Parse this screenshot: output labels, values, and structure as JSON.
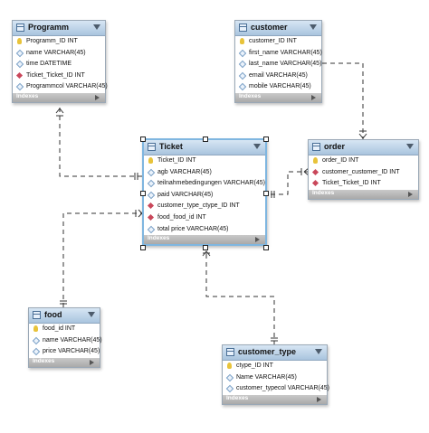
{
  "tables": {
    "programm": {
      "name": "Programm",
      "columns": [
        {
          "label": "Programm_ID INT",
          "kind": "pk"
        },
        {
          "label": "name VARCHAR(45)",
          "kind": "col"
        },
        {
          "label": "time DATETIME",
          "kind": "col"
        },
        {
          "label": "Ticket_Ticket_ID INT",
          "kind": "fk"
        },
        {
          "label": "Programmcol VARCHAR(45)",
          "kind": "col"
        }
      ],
      "indexes_label": "Indexes"
    },
    "customer": {
      "name": "customer",
      "columns": [
        {
          "label": "customer_ID INT",
          "kind": "pk"
        },
        {
          "label": "first_name VARCHAR(45)",
          "kind": "col"
        },
        {
          "label": "last_name VARCHAR(45)",
          "kind": "col"
        },
        {
          "label": "email VARCHAR(45)",
          "kind": "col"
        },
        {
          "label": "mobile VARCHAR(45)",
          "kind": "col"
        }
      ],
      "indexes_label": "Indexes"
    },
    "ticket": {
      "name": "Ticket",
      "columns": [
        {
          "label": "Ticket_ID INT",
          "kind": "pk"
        },
        {
          "label": "agb VARCHAR(45)",
          "kind": "col"
        },
        {
          "label": "teilnahmebedingungen VARCHAR(45)",
          "kind": "col"
        },
        {
          "label": "paid VARCHAR(45)",
          "kind": "col"
        },
        {
          "label": "customer_type_ctype_ID INT",
          "kind": "fk"
        },
        {
          "label": "food_food_id INT",
          "kind": "fk"
        },
        {
          "label": "total price VARCHAR(45)",
          "kind": "col"
        }
      ],
      "indexes_label": "Indexes"
    },
    "order": {
      "name": "order",
      "columns": [
        {
          "label": "order_ID INT",
          "kind": "pk"
        },
        {
          "label": "customer_customer_ID INT",
          "kind": "fk"
        },
        {
          "label": "Ticket_Ticket_ID INT",
          "kind": "fk"
        }
      ],
      "indexes_label": "Indexes"
    },
    "food": {
      "name": "food",
      "columns": [
        {
          "label": "food_id INT",
          "kind": "pk"
        },
        {
          "label": "name VARCHAR(45)",
          "kind": "col"
        },
        {
          "label": "price VARCHAR(45)",
          "kind": "col"
        }
      ],
      "indexes_label": "Indexes"
    },
    "customer_type": {
      "name": "customer_type",
      "columns": [
        {
          "label": "ctype_ID INT",
          "kind": "pk"
        },
        {
          "label": "Name VARCHAR(45)",
          "kind": "col"
        },
        {
          "label": "customer_typecol VARCHAR(45)",
          "kind": "col"
        }
      ],
      "indexes_label": "Indexes"
    }
  },
  "relationships": [
    {
      "from": "programm",
      "to": "ticket"
    },
    {
      "from": "customer",
      "to": "order"
    },
    {
      "from": "order",
      "to": "ticket"
    },
    {
      "from": "food",
      "to": "ticket"
    },
    {
      "from": "customer_type",
      "to": "ticket"
    }
  ],
  "colors": {
    "header_gradient_top": "#d7e6f4",
    "header_gradient_bottom": "#a9c4de",
    "selection_border": "#7fb6e0",
    "primary_key": "#e8c33a",
    "foreign_key": "#c9475a"
  }
}
